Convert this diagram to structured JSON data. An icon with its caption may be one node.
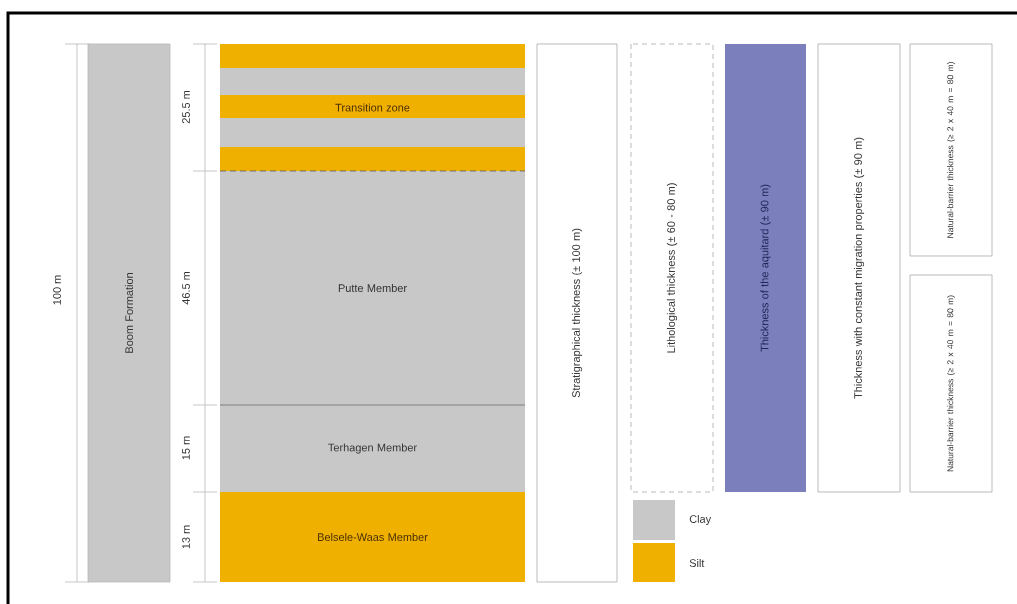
{
  "diagram": {
    "nodes": [
      {
        "text": [
          "Boom Formation"
        ]
      },
      {
        "text": [
          "Transition zone"
        ]
      },
      {
        "text": [
          "Putte Member"
        ]
      },
      {
        "text": [
          "Terhagen Member"
        ]
      },
      {
        "text": [
          "Belsele-Waas Member"
        ]
      },
      {
        "text": [
          "Stratigraphical thickness (± 100 m)"
        ]
      },
      {
        "text": [
          "Lithological thickness (± 60 - 80 m)"
        ]
      },
      {
        "text": [
          "Thickness of the aquitard (± 90 m)"
        ]
      },
      {
        "text": [
          "Thickness with constant migration properties (± 90 m)"
        ]
      },
      {
        "text": [
          "Natural-barrier thickness (≥ 2 x 40 m = 80 m)"
        ]
      },
      {
        "text": [
          "Natural-barrier thickness (≥ 2 x 40 m = 80 m)"
        ]
      }
    ],
    "labels": [
      "100 m",
      "25.5 m",
      "46.5 m",
      "15 m",
      "13 m"
    ],
    "legend": [
      {
        "text": "Clay",
        "color": "#c8c8c8"
      },
      {
        "text": "Silt",
        "color": "#f0b000"
      }
    ]
  }
}
